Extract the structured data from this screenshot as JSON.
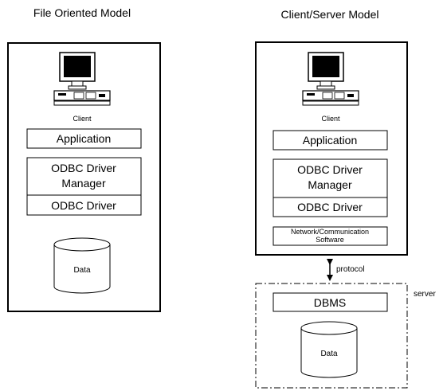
{
  "file_model": {
    "title": "File Oriented Model",
    "client_label": "Client",
    "layers": {
      "application": "Application",
      "driver_manager_line1": "ODBC Driver",
      "driver_manager_line2": "Manager",
      "driver": "ODBC Driver"
    },
    "data_label": "Data"
  },
  "client_server_model": {
    "title": "Client/Server Model",
    "client_label": "Client",
    "layers": {
      "application": "Application",
      "driver_manager_line1": "ODBC Driver",
      "driver_manager_line2": "Manager",
      "driver": "ODBC Driver",
      "network_line1": "Network/Communication",
      "network_line2": "Software"
    },
    "protocol_label": "protocol",
    "server_label": "server",
    "dbms_label": "DBMS",
    "data_label": "Data"
  }
}
